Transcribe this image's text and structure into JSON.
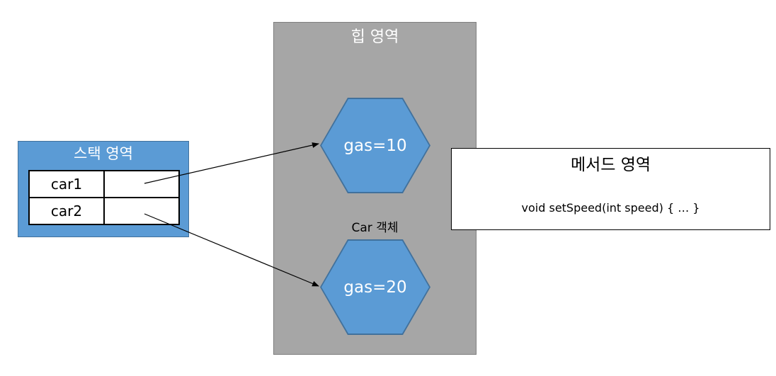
{
  "stack": {
    "title": "스택 영역",
    "rows": [
      {
        "name": "car1"
      },
      {
        "name": "car2"
      }
    ]
  },
  "heap": {
    "title": "힙 영역",
    "objects": [
      {
        "label": "Car 객체",
        "content": "gas=10"
      },
      {
        "label": "Car 객체",
        "content": "gas=20"
      }
    ]
  },
  "method_area": {
    "title": "메서드 영역",
    "code": "void setSpeed(int speed) { … }"
  },
  "colors": {
    "stack_fill": "#5b9bd5",
    "heap_fill": "#a6a6a6",
    "object_fill": "#5b9bd5",
    "method_fill": "#ffffff"
  }
}
